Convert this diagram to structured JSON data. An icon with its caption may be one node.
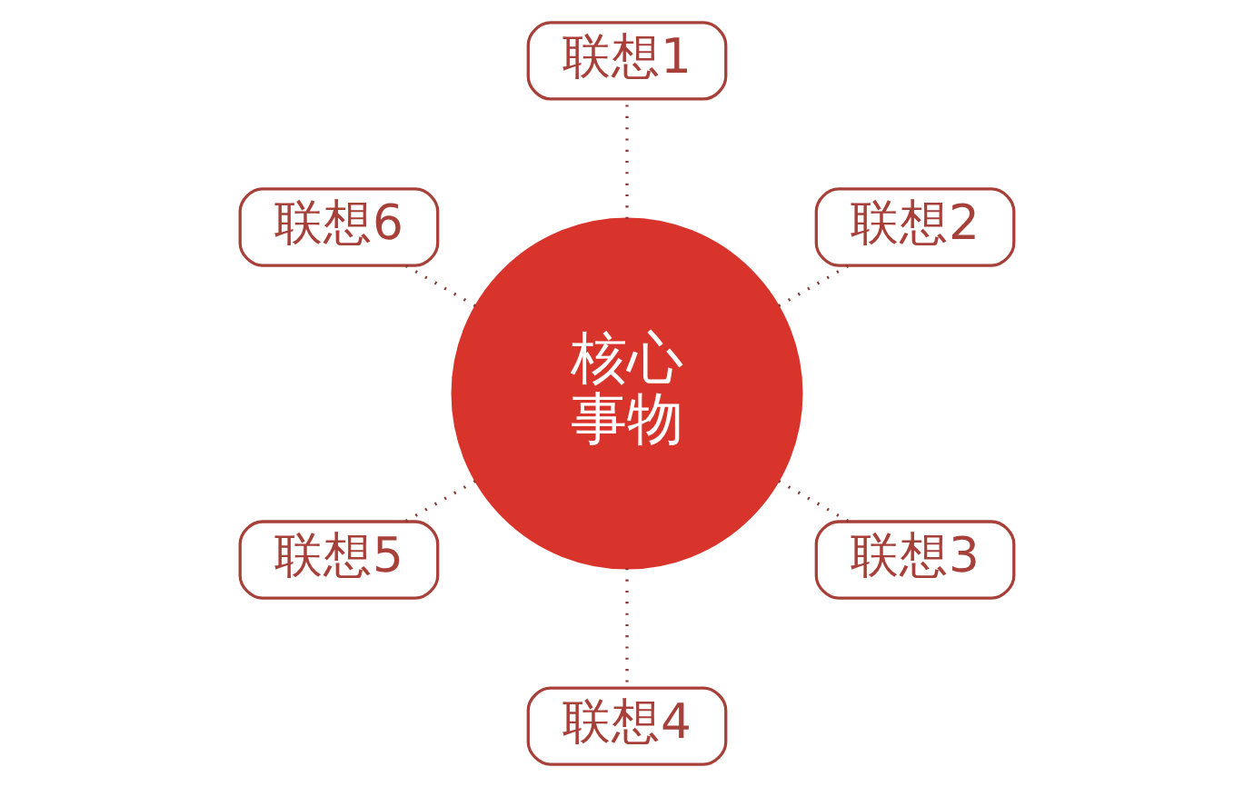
{
  "diagram": {
    "nodes": [
      {
        "text": [
          "核心事物"
        ]
      },
      {
        "text": [
          "联想1"
        ]
      },
      {
        "text": [
          "联想2"
        ]
      },
      {
        "text": [
          "联想3"
        ]
      },
      {
        "text": [
          "联想4"
        ]
      },
      {
        "text": [
          "联想5"
        ]
      },
      {
        "text": [
          "联想6"
        ]
      }
    ],
    "edges": [
      {
        "from": 0,
        "to": 1,
        "arrow": "none",
        "style": "dashed"
      },
      {
        "from": 0,
        "to": 2,
        "arrow": "none",
        "style": "dashed"
      },
      {
        "from": 0,
        "to": 3,
        "arrow": "none",
        "style": "dashed"
      },
      {
        "from": 0,
        "to": 4,
        "arrow": "none",
        "style": "dashed"
      },
      {
        "from": 0,
        "to": 5,
        "arrow": "none",
        "style": "dashed"
      },
      {
        "from": 0,
        "to": 6,
        "arrow": "none",
        "style": "dashed"
      }
    ]
  }
}
